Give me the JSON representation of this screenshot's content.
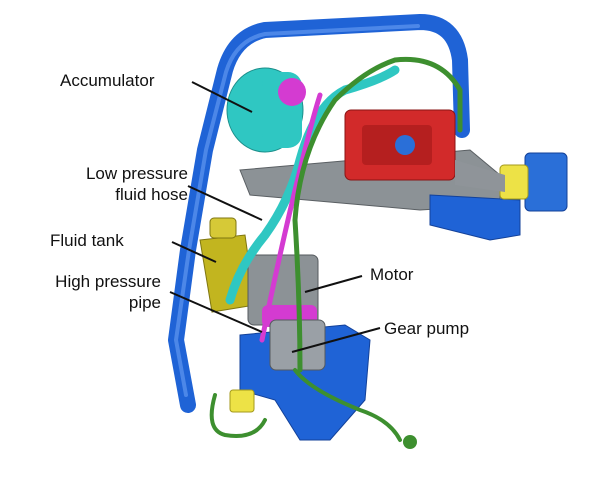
{
  "labels": {
    "accumulator": "Accumulator",
    "low_pressure_1": "Low pressure",
    "low_pressure_2": "fluid hose",
    "fluid_tank": "Fluid tank",
    "high_pressure_1": "High pressure",
    "high_pressure_2": "pipe",
    "motor": "Motor",
    "gear_pump": "Gear pump"
  },
  "colors": {
    "frame_blue": "#1f63d6",
    "accumulator_cyan": "#2fc7c2",
    "magenta": "#d43bd1",
    "green": "#3d8f2f",
    "tank_yellow": "#c2b51f",
    "gray": "#9aa0a6",
    "red": "#d22a2a",
    "yellow_connector": "#ede246"
  }
}
